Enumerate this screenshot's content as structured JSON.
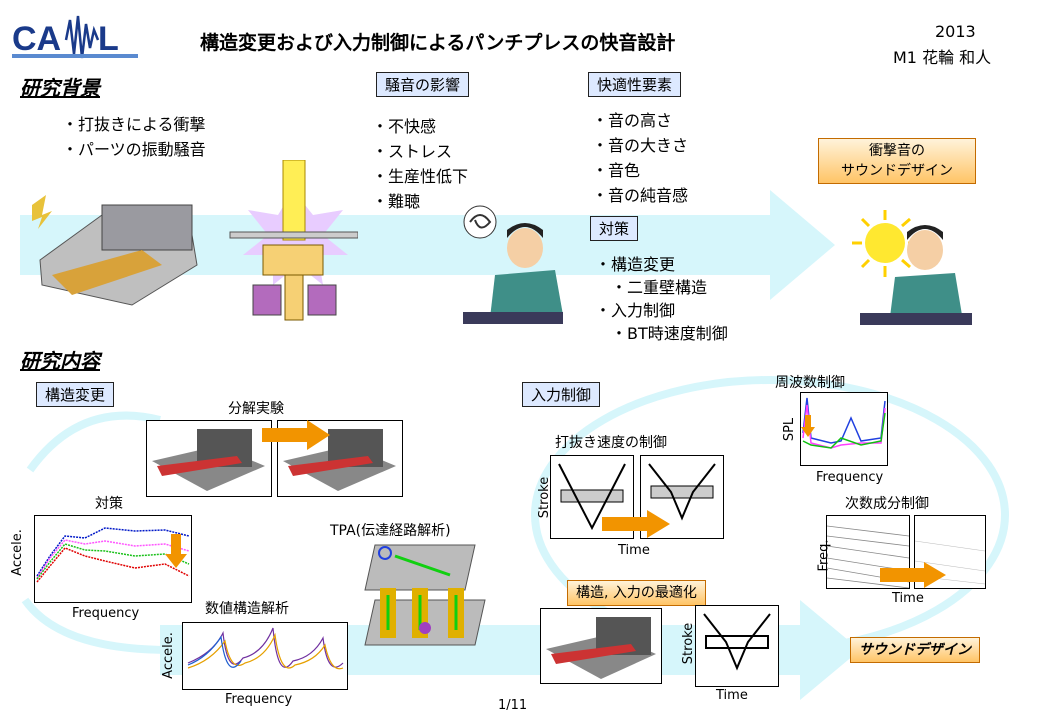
{
  "header": {
    "logo": "CAMAL",
    "title": "構造変更および入力制御によるパンチプレスの快音設計",
    "year": "2013",
    "author": "M1 花輪 和人"
  },
  "background": {
    "heading": "研究背景",
    "causes": [
      "・打抜きによる衝撃",
      "・パーツの振動騒音"
    ],
    "noise_box": "騒音の影響",
    "noise_items": [
      "・不快感",
      "・ストレス",
      "・生産性低下",
      "・難聴"
    ],
    "comfort_box": "快適性要素",
    "comfort_items": [
      "・音の高さ",
      "・音の大きさ",
      "・音色",
      "・音の純音感"
    ],
    "measures_box": "対策",
    "measures_items": [
      "・構造変更",
      "・二重壁構造",
      "・入力制御",
      "・BT時速度制御"
    ],
    "goal_box_line1": "衝撃音の",
    "goal_box_line2": "サウンドデザイン"
  },
  "content": {
    "heading": "研究内容",
    "structure_box": "構造変更",
    "disassembly_label": "分解実験",
    "measures_label": "対策",
    "numerical_label": "数値構造解析",
    "tpa_label": "TPA(伝達経路解析)",
    "input_box": "入力制御",
    "punch_speed_label": "打抜き速度の制御",
    "freq_control_label": "周波数制御",
    "order_control_label": "次数成分制御",
    "optimize_box": "構造, 入力の最適化",
    "sound_design_box": "サウンドデザイン",
    "axis": {
      "accele": "Accele.",
      "frequency": "Frequency",
      "stroke": "Stroke",
      "time": "Time",
      "spl": "SPL",
      "freq": "Freq."
    }
  },
  "footer": {
    "page": "1/11"
  }
}
